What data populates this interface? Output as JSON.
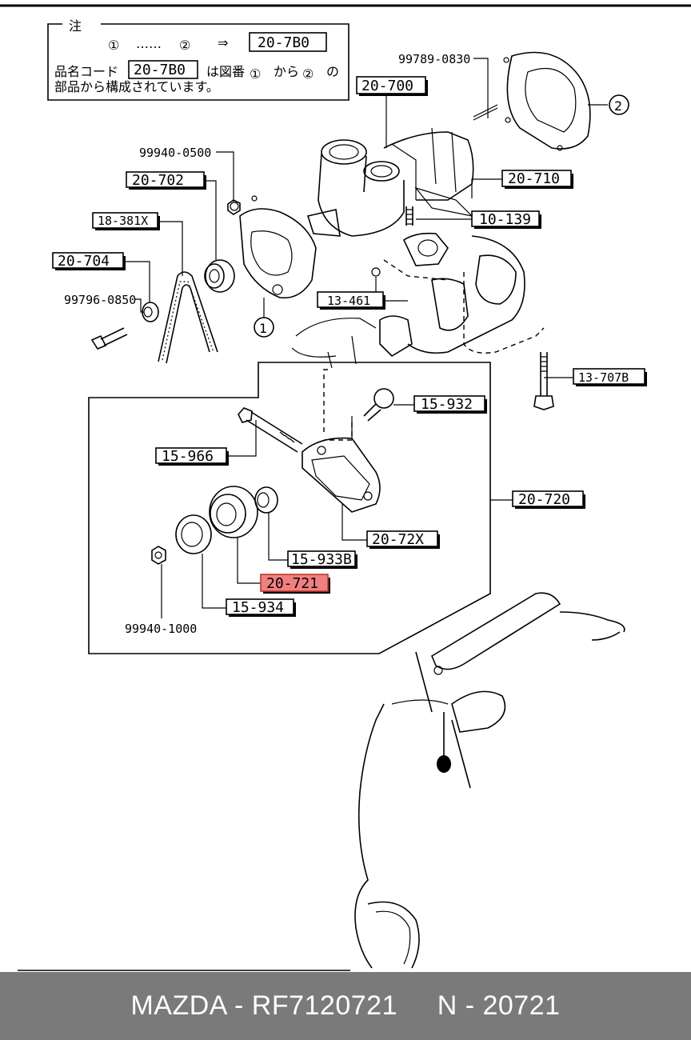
{
  "note": {
    "title": "注",
    "legend_from": "①",
    "legend_dots": "……",
    "legend_to": "②",
    "legend_arrow": "⇒",
    "legend_code": "20-7B0",
    "line2_prefix": "品名コード",
    "line2_code": "20-7B0",
    "line2_mid": "は図番",
    "line2_from": "①",
    "line2_kara": "から",
    "line2_to": "②",
    "line2_no": "の",
    "line3": "部品から構成されています。"
  },
  "callouts": [
    {
      "id": "99789-0830",
      "boxed": false
    },
    {
      "id": "20-700",
      "boxed": true
    },
    {
      "id": "2",
      "circled": true
    },
    {
      "id": "99940-0500",
      "boxed": false
    },
    {
      "id": "20-702",
      "boxed": true
    },
    {
      "id": "20-710",
      "boxed": true
    },
    {
      "id": "18-381X",
      "boxed": true
    },
    {
      "id": "10-139",
      "boxed": true
    },
    {
      "id": "20-704",
      "boxed": true
    },
    {
      "id": "99796-0850",
      "boxed": false
    },
    {
      "id": "13-461",
      "boxed": true
    },
    {
      "id": "1",
      "circled": true
    },
    {
      "id": "13-707B",
      "boxed": true
    },
    {
      "id": "15-932",
      "boxed": true
    },
    {
      "id": "15-966",
      "boxed": true
    },
    {
      "id": "20-720",
      "boxed": true
    },
    {
      "id": "20-72X",
      "boxed": true
    },
    {
      "id": "15-933B",
      "boxed": true
    },
    {
      "id": "20-721",
      "boxed": true,
      "highlighted": true
    },
    {
      "id": "15-934",
      "boxed": true
    },
    {
      "id": "99940-1000",
      "boxed": false
    }
  ],
  "highlight_color": "#f08080",
  "footer": {
    "text": "MAZDA - RF7120721     N - 20721"
  }
}
